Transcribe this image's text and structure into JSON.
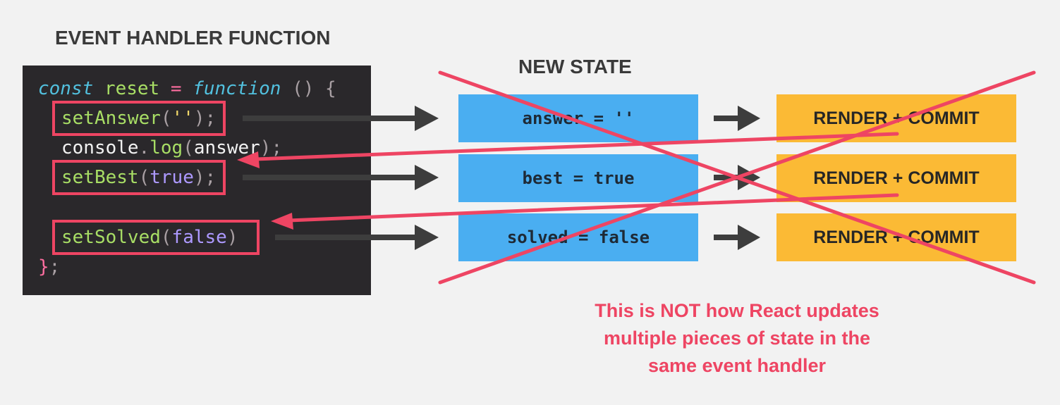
{
  "headings": {
    "event_handler": "EVENT HANDLER FUNCTION",
    "new_state": "NEW STATE"
  },
  "code": {
    "line1": {
      "kw1": "const",
      "name": "reset",
      "op": "=",
      "kw2": "function",
      "parens": "()",
      "brace": "{"
    },
    "line2": {
      "fn": "setAnswer",
      "open": "(",
      "arg": "''",
      "close": ")",
      "semi": ";"
    },
    "line3": {
      "obj": "console",
      "dot": ".",
      "fn": "log",
      "open": "(",
      "arg": "answer",
      "close": ")",
      "semi": ";"
    },
    "line4": {
      "fn": "setBest",
      "open": "(",
      "arg": "true",
      "close": ")",
      "semi": ";"
    },
    "line5": {
      "fn": "setSolved",
      "open": "(",
      "arg": "false",
      "close": ")"
    },
    "line6": {
      "brace": "}",
      "semi": ";"
    }
  },
  "states": [
    "answer = ''",
    "best = true",
    "solved = false"
  ],
  "renders": [
    "RENDER + COMMIT",
    "RENDER + COMMIT",
    "RENDER + COMMIT"
  ],
  "note": {
    "line1": "This is NOT how React updates",
    "line2": "multiple pieces of state in the",
    "line3": "same event handler"
  },
  "colors": {
    "background": "#f2f2f2",
    "code_bg": "#2a282b",
    "state_box": "#4aaef1",
    "render_box": "#fbba35",
    "accent_red": "#ee4563",
    "arrow_gray": "#3d3d3d"
  }
}
